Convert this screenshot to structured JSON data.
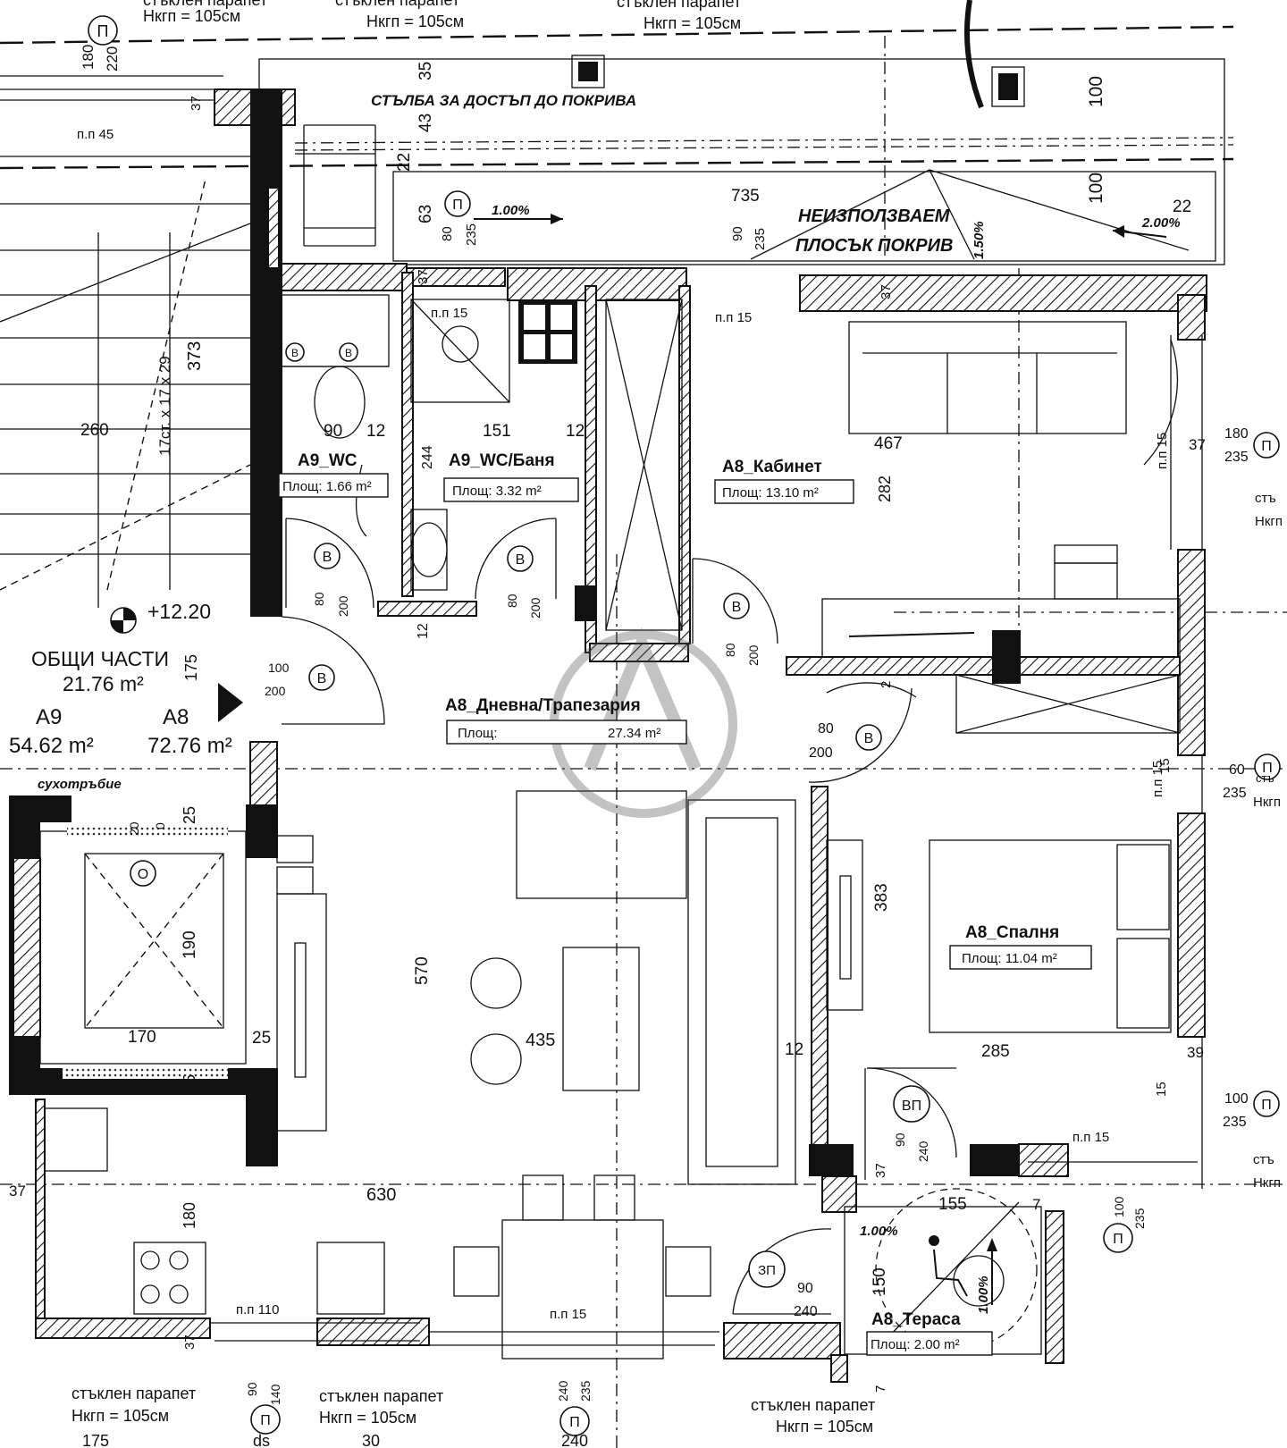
{
  "rooms": {
    "wc": {
      "name": "A9_WC",
      "area": "Площ: 1.66 m²"
    },
    "bath": {
      "name": "A9_WC/Баня",
      "area": "Площ: 3.32 m²"
    },
    "cabinet": {
      "name": "A8_Кабинет",
      "area": "Площ: 13.10 m²"
    },
    "living": {
      "name": "A8_Дневна/Трапезария",
      "area_label": "Площ:",
      "area_value": "27.34 m²"
    },
    "bedroom": {
      "name": "A8_Спалня",
      "area": "Площ: 11.04 m²"
    },
    "terrace": {
      "name": "A8_Тераса",
      "area": "Площ: 2.00 m²"
    }
  },
  "common": {
    "title": "ОБЩИ ЧАСТИ",
    "area": "21.76 m²",
    "a9_label": "A9",
    "a9_area": "54.62 m²",
    "a8_label": "A8",
    "a8_area": "72.76 m²",
    "level": "+12.20"
  },
  "roof": {
    "ladder": "СТЪЛБА ЗА ДОСТЪП ДО ПОКРИВА",
    "flat_roof_1": "НЕИЗПОЛЗВАЕМ",
    "flat_roof_2": "ПЛОСЪК ПОКРИВ",
    "slope_1": "1.00%",
    "slope_2": "2.00%",
    "slope_3": "1.50%"
  },
  "parapets": {
    "top_1": "стъклен парапет",
    "top_h1": "Нкгп = 105см",
    "top_2": "стъклен парапет",
    "top_h2": "Нкгп = 105см",
    "top_3": "стъклен парапет",
    "top_h3": "Нкгп = 105см",
    "bottom_1": "стъклен парапет",
    "bottom_h1": "Нкгп = 105см",
    "bottom_2": "стъклен парапет",
    "bottom_h2": "Нкгп = 105см",
    "bottom_3": "стъклен парапет",
    "bottom_h3": "Нкгп = 105см",
    "right_1": "стъ",
    "right_h1": "Нкгп",
    "right_2": "стъ",
    "right_h2": "Нкгп",
    "right_3": "стъ",
    "right_h3": "Нкгп"
  },
  "labels": {
    "shaft": "сухотръбие",
    "stair": "17ст. x 17 x 29",
    "terrace_slope_1": "1.00%",
    "terrace_slope_2": "1.00%"
  },
  "markers": {
    "p": "П",
    "v": "В",
    "o": "О",
    "vp": "ВП",
    "zp": "ЗП"
  },
  "dimensions": {
    "d180": "180",
    "d220": "220",
    "d35": "35",
    "d43": "43",
    "d63": "63",
    "d22a": "22",
    "d100a": "100",
    "d100b": "100",
    "d735": "735",
    "d22b": "22",
    "d37a": "37",
    "d37b": "37",
    "d37c": "37",
    "d80a": "80",
    "d235a": "235",
    "d90a": "90",
    "d235b": "235",
    "pp45": "п.п 45",
    "pp15a": "п.п 15",
    "pp15b": "п.п 15",
    "pp15c": "п.п 15",
    "pp15d": "п.п 15",
    "pp15e": "п.п 15",
    "pp15f": "п.п 15",
    "pp110": "п.п 110",
    "d373": "373",
    "d260": "260",
    "d25a": "25",
    "d90b": "90",
    "d12a": "12",
    "d151": "151",
    "d12b": "12",
    "d244": "244",
    "d467": "467",
    "d282": "282",
    "d37r": "37",
    "d180r": "180",
    "d235r": "235",
    "d80b": "80",
    "d200b": "200",
    "d80c": "80",
    "d200c": "200",
    "d12c": "12",
    "d80d": "80",
    "d200d": "200",
    "d2": "2",
    "d175": "175",
    "d100c": "100",
    "d200e": "200",
    "d80e": "80",
    "d200f": "200",
    "d15r": "15",
    "d60": "60",
    "d235c": "235",
    "d20": "20",
    "d0": "0",
    "d25b": "25",
    "d190": "190",
    "d170": "170",
    "d25c": "25",
    "d25d": "25",
    "d570": "570",
    "d435": "435",
    "d12d": "12",
    "d383": "383",
    "d285": "285",
    "d39": "39",
    "d15s": "15",
    "d100d": "100",
    "d235d": "235",
    "d90c": "90",
    "d240a": "240",
    "d37d": "37",
    "d155": "155",
    "d7a": "7",
    "d100e": "100",
    "d235e": "235",
    "d37e": "37",
    "d630": "630",
    "d180b": "180",
    "d37f": "37",
    "d90d": "90",
    "d240b": "240",
    "d150": "150",
    "d7b": "7",
    "d90e": "90",
    "d140": "140",
    "d240c": "240",
    "d235f": "235",
    "b175": "175",
    "bds": "ds",
    "b30": "30",
    "b240": "240"
  }
}
